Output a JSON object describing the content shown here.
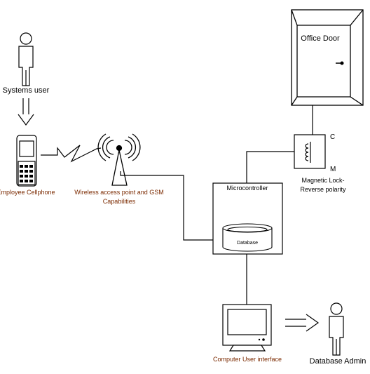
{
  "diagram": {
    "labels": {
      "systems_user": "Systems user",
      "employee_cellphone": "Employee Cellphone",
      "access_point_line1": "Wireless access point and GSM",
      "access_point_line2": "Capabilities",
      "office_door": "Office Door",
      "lock_c": "C",
      "lock_m": "M",
      "magnetic_lock_line1": "Magnetic Lock-",
      "magnetic_lock_line2": "Reverse polarity",
      "microcontroller": "Microcontroller",
      "database": "Database",
      "computer_ui": "Computer User interface",
      "database_admin": "Database Admin"
    },
    "colors": {
      "stroke": "#000000",
      "ui_label": "#7b2a00"
    }
  }
}
